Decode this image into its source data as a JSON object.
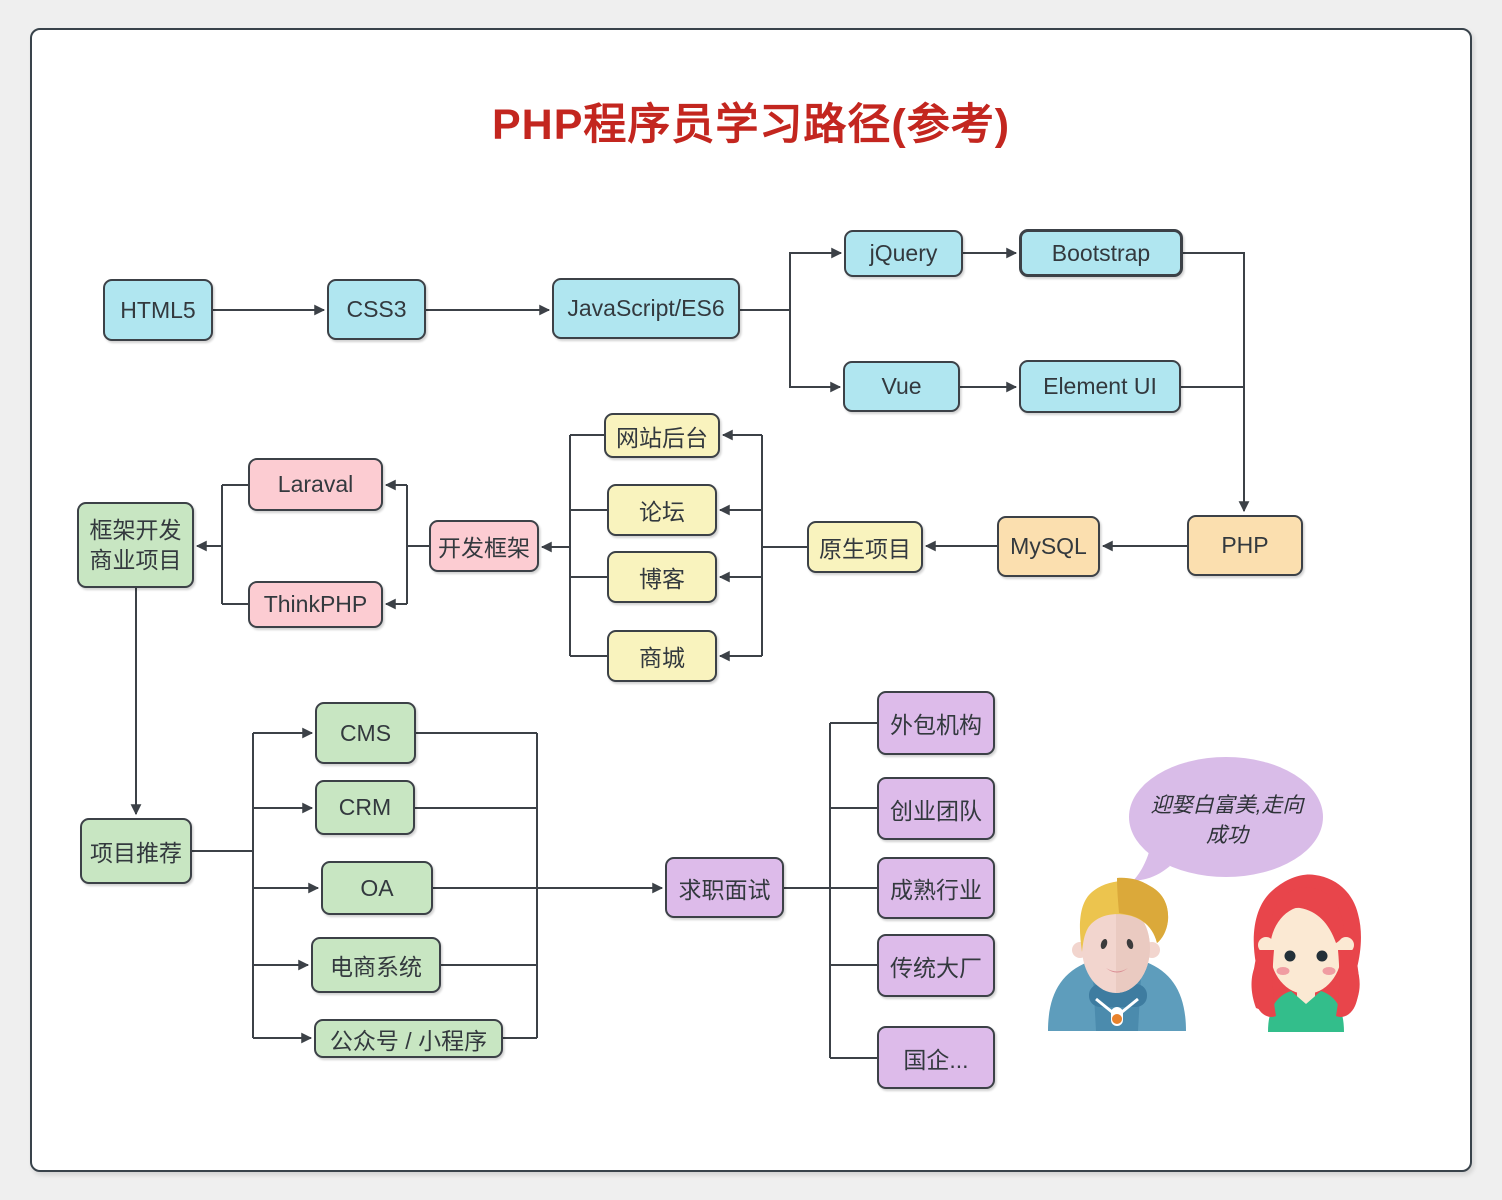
{
  "title": "PHP程序员学习路径(参考)",
  "colors": {
    "page_bg": "#EFEFEF",
    "canvas_bg": "#FFFFFF",
    "canvas_border": "#39434B",
    "line": "#3C4147",
    "title_red": "#C3261F",
    "text": "#33393E",
    "node_cyan": "#B0E6F0",
    "node_yellow": "#F9F3BE",
    "node_orange": "#FBDFAF",
    "node_pink": "#FCCCD2",
    "node_green": "#C8E6C2",
    "node_purple": "#DDBBEA",
    "bubble_purple": "#D9BCE8"
  },
  "nodes": {
    "html5": "HTML5",
    "css3": "CSS3",
    "javascript": "JavaScript/ES6",
    "jquery": "jQuery",
    "bootstrap": "Bootstrap",
    "vue": "Vue",
    "element_ui": "Element UI",
    "php": "PHP",
    "mysql": "MySQL",
    "native_project": "原生项目",
    "site_backend": "网站后台",
    "forum": "论坛",
    "blog": "博客",
    "mall": "商城",
    "dev_framework": "开发框架",
    "laraval": "Laraval",
    "thinkphp": "ThinkPHP",
    "biz_project": {
      "line1": "框架开发",
      "line2": "商业项目"
    },
    "recommend": "项目推荐",
    "cms": "CMS",
    "crm": "CRM",
    "oa": "OA",
    "ecommerce": "电商系统",
    "mini_program": "公众号 / 小程序",
    "interview": "求职面试",
    "outsourcing": "外包机构",
    "startup": "创业团队",
    "mature_industry": "成熟行业",
    "traditional_factory": "传统大厂",
    "soe": "国企..."
  },
  "bubble": {
    "line1": "迎娶白富美,走向",
    "line2": "成功"
  }
}
